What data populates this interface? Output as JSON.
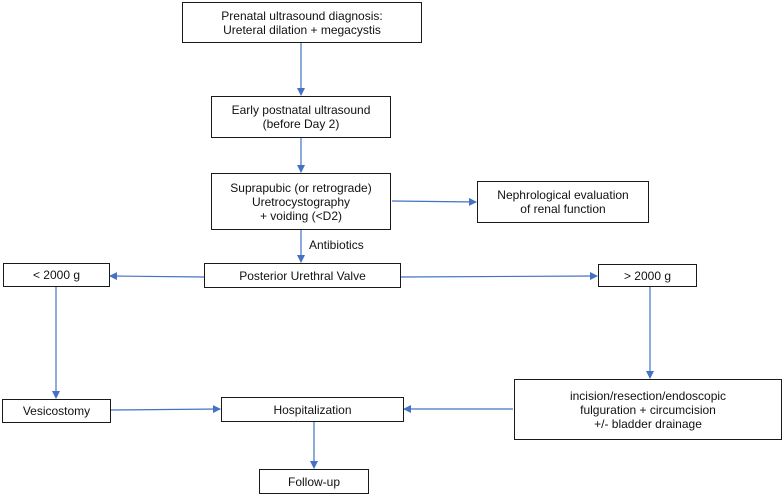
{
  "colors": {
    "arrow": "#4472C4",
    "border": "#1a1a1a",
    "text": "#111111"
  },
  "nodes": {
    "prenatal": "Prenatal ultrasound diagnosis:\nUreteral dilation + megacystis",
    "early_postnatal": "Early postnatal ultrasound\n(before Day 2)",
    "cystography": "Suprapubic (or retrograde)\nUretrocystography\n+ voiding (<D2)",
    "nephro": "Nephrological evaluation\nof renal function",
    "puv": "Posterior Urethral Valve",
    "under_2000": "< 2000 g",
    "over_2000": "> 2000 g",
    "vesicostomy": "Vesicostomy",
    "hospitalization": "Hospitalization",
    "endoscopic": "incision/resection/endoscopic\n    fulguration + circumcision\n+/- bladder drainage",
    "followup": "Follow-up"
  },
  "edge_labels": {
    "antibiotics": "Antibiotics"
  }
}
